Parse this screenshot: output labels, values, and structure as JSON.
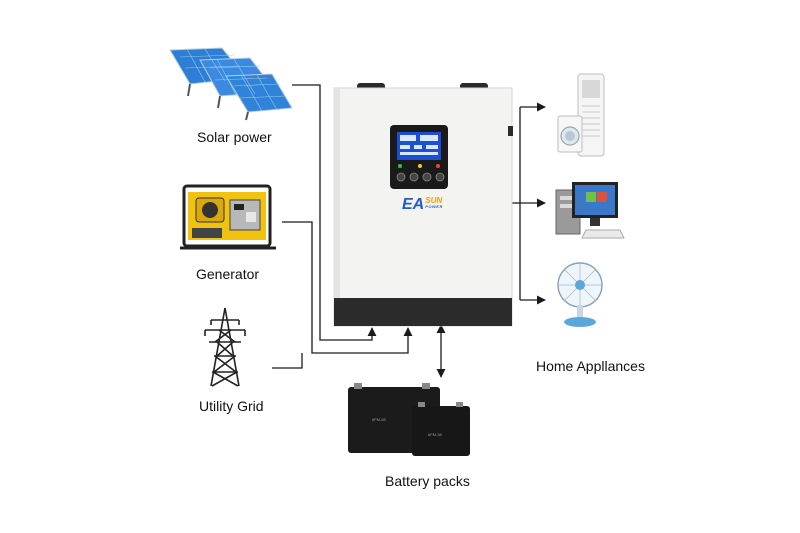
{
  "sources": {
    "solar": "Solar power",
    "generator": "Generator",
    "grid": "Utility Grid"
  },
  "inverter": {
    "brand_main": "EA",
    "brand_sun": "SUN",
    "brand_power": "POWER"
  },
  "loads": {
    "caption": "Home Appllances"
  },
  "battery": {
    "caption": "Battery packs",
    "label_big": "6FM-65",
    "label_small": "6FM-38"
  },
  "colors": {
    "line": "#1a1a1a",
    "inverter_body": "#f3f3f1",
    "inverter_band": "#2b2b2b",
    "screen": "#1e4fd0",
    "brand_blue": "#1f5fbf",
    "brand_orange": "#f29a1f",
    "generator_yellow": "#f1c20e",
    "battery": "#1b1b1b",
    "solar_blue": "#2d7fd6"
  }
}
